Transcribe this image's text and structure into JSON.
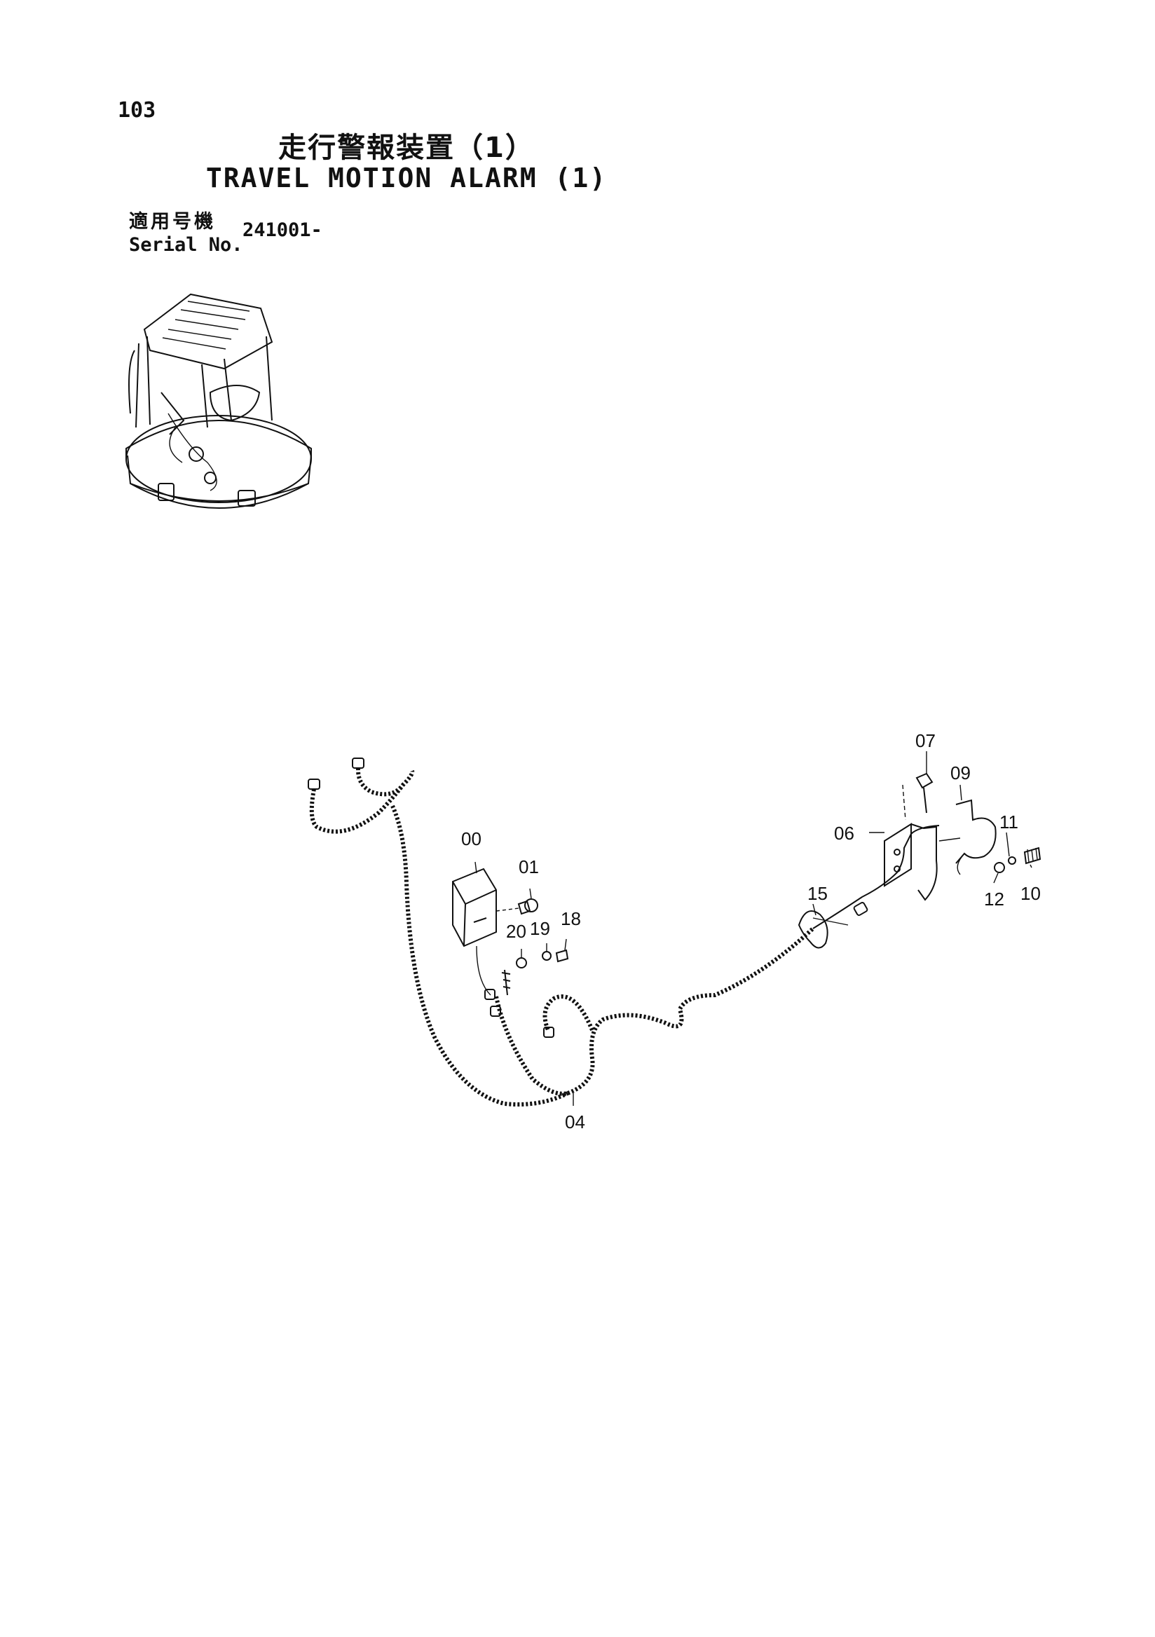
{
  "page": {
    "number": "103"
  },
  "title": {
    "jp": "走行警報装置（1）",
    "en": "TRAVEL MOTION ALARM (1)"
  },
  "serial": {
    "label_jp": "適用号機",
    "label_en": "Serial No.",
    "value": "241001-"
  },
  "callouts": {
    "p00": "00",
    "p01": "01",
    "p04": "04",
    "p06": "06",
    "p07": "07",
    "p09": "09",
    "p10": "10",
    "p11": "11",
    "p12": "12",
    "p15": "15",
    "p18": "18",
    "p19": "19",
    "p20": "20"
  }
}
